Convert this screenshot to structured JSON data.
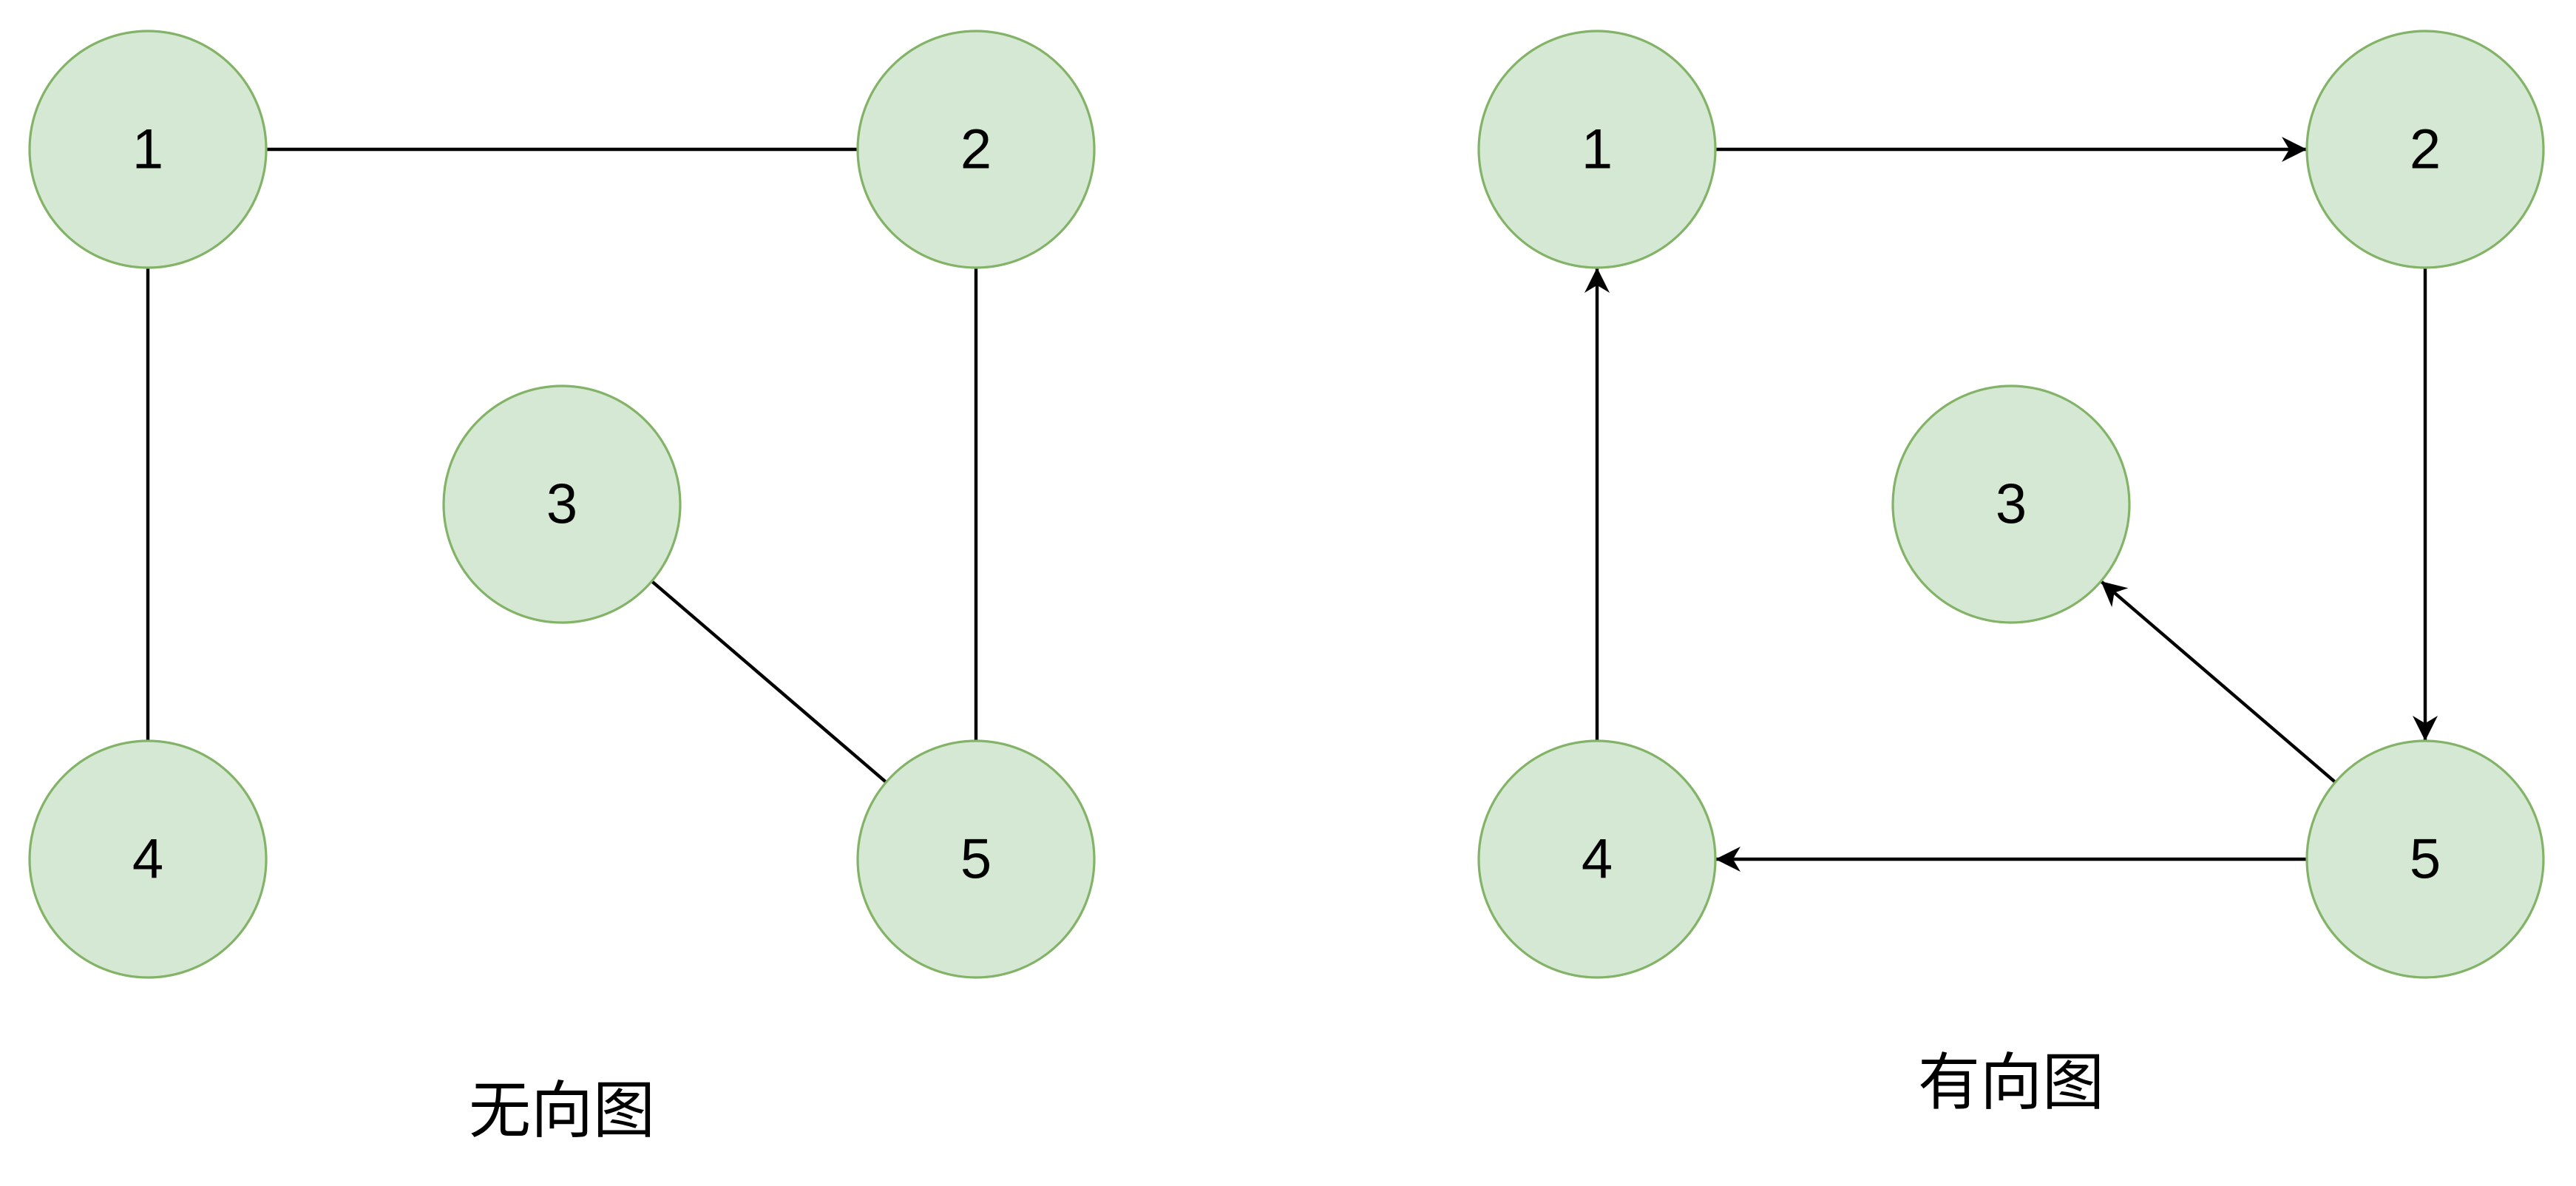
{
  "colors": {
    "node_fill": "#d5e8d4",
    "node_stroke": "#82b366",
    "edge": "#000000",
    "text": "#000000"
  },
  "graphs": [
    {
      "id": "undirected",
      "caption": "无向图",
      "directed": false,
      "nodes": [
        {
          "id": "1",
          "label": "1"
        },
        {
          "id": "2",
          "label": "2"
        },
        {
          "id": "3",
          "label": "3"
        },
        {
          "id": "4",
          "label": "4"
        },
        {
          "id": "5",
          "label": "5"
        }
      ],
      "edges": [
        {
          "from": "1",
          "to": "2"
        },
        {
          "from": "1",
          "to": "4"
        },
        {
          "from": "2",
          "to": "5"
        },
        {
          "from": "3",
          "to": "5"
        }
      ]
    },
    {
      "id": "directed",
      "caption": "有向图",
      "directed": true,
      "nodes": [
        {
          "id": "1",
          "label": "1"
        },
        {
          "id": "2",
          "label": "2"
        },
        {
          "id": "3",
          "label": "3"
        },
        {
          "id": "4",
          "label": "4"
        },
        {
          "id": "5",
          "label": "5"
        }
      ],
      "edges": [
        {
          "from": "1",
          "to": "2"
        },
        {
          "from": "2",
          "to": "5"
        },
        {
          "from": "5",
          "to": "4"
        },
        {
          "from": "4",
          "to": "1"
        },
        {
          "from": "5",
          "to": "3"
        }
      ]
    }
  ]
}
